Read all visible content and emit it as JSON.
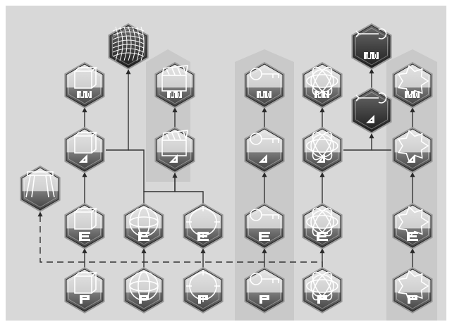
{
  "colors": {
    "canvas": "#d8d8d8",
    "band": "#c9c9c9",
    "line": "#3a3a3a",
    "hex_light": "#d0d0d0",
    "hex_dark": "#5a5a5a",
    "hex_stroke": "#222222",
    "glyph": "#ffffff"
  },
  "nodes": [
    {
      "id": "mesh-wireframe",
      "icon": "wireframe-mesh-icon",
      "letter": "",
      "style": "dark"
    },
    {
      "id": "cube-m",
      "icon": "cube-icon",
      "letter": "M",
      "style": "light"
    },
    {
      "id": "cube-d",
      "icon": "cube-icon",
      "letter": "D",
      "style": "light"
    },
    {
      "id": "cube-e",
      "icon": "cube-icon",
      "letter": "E",
      "style": "light"
    },
    {
      "id": "cube-p",
      "icon": "cube-icon",
      "letter": "P",
      "style": "light"
    },
    {
      "id": "sawhorse",
      "icon": "sawhorse-icon",
      "letter": "",
      "style": "light"
    },
    {
      "id": "sphere-e",
      "icon": "sphere-icon",
      "letter": "E",
      "style": "light"
    },
    {
      "id": "sphere-p",
      "icon": "sphere-icon",
      "letter": "P",
      "style": "light"
    },
    {
      "id": "target-e",
      "icon": "crosshair-circle-icon",
      "letter": "E",
      "style": "light"
    },
    {
      "id": "target-p",
      "icon": "crosshair-circle-icon",
      "letter": "P",
      "style": "light"
    },
    {
      "id": "clapper-m",
      "icon": "clapperboard-icon",
      "letter": "M",
      "style": "light"
    },
    {
      "id": "clapper-d",
      "icon": "clapperboard-icon",
      "letter": "D",
      "style": "light"
    },
    {
      "id": "key-m",
      "icon": "key-icon",
      "letter": "M",
      "style": "light"
    },
    {
      "id": "key-d",
      "icon": "key-icon",
      "letter": "D",
      "style": "light"
    },
    {
      "id": "key-e",
      "icon": "key-icon",
      "letter": "E",
      "style": "light"
    },
    {
      "id": "key-p",
      "icon": "key-icon",
      "letter": "P",
      "style": "light"
    },
    {
      "id": "atom-m",
      "icon": "atom-orbit-icon",
      "letter": "M",
      "style": "light"
    },
    {
      "id": "atom-d",
      "icon": "atom-orbit-icon",
      "letter": "D",
      "style": "light"
    },
    {
      "id": "atom-e",
      "icon": "atom-orbit-icon",
      "letter": "E",
      "style": "light"
    },
    {
      "id": "atom-p",
      "icon": "atom-orbit-icon",
      "letter": "P",
      "style": "light"
    },
    {
      "id": "wrench-m",
      "icon": "wrench-icon",
      "letter": "M",
      "style": "dark"
    },
    {
      "id": "wrench-d",
      "icon": "wrench-icon",
      "letter": "D",
      "style": "dark"
    },
    {
      "id": "splat-m",
      "icon": "splat-icon",
      "letter": "M",
      "style": "light"
    },
    {
      "id": "splat-d",
      "icon": "splat-icon",
      "letter": "D",
      "style": "light"
    },
    {
      "id": "splat-e",
      "icon": "splat-icon",
      "letter": "E",
      "style": "light"
    },
    {
      "id": "splat-p",
      "icon": "splat-icon",
      "letter": "P",
      "style": "light"
    }
  ],
  "edges": [
    {
      "from": "cube-p",
      "to": "cube-e",
      "kind": "solid"
    },
    {
      "from": "cube-e",
      "to": "cube-d",
      "kind": "solid"
    },
    {
      "from": "cube-d",
      "to": "cube-m",
      "kind": "solid"
    },
    {
      "from": "sphere-p",
      "to": "sphere-e",
      "kind": "solid"
    },
    {
      "from": "target-p",
      "to": "target-e",
      "kind": "solid"
    },
    {
      "from": "sphere-e",
      "to": "clapper-d",
      "kind": "solid"
    },
    {
      "from": "target-e",
      "to": "clapper-d",
      "kind": "solid"
    },
    {
      "from": "clapper-d",
      "to": "clapper-m",
      "kind": "solid"
    },
    {
      "from": "cube-d",
      "to": "mesh-wireframe",
      "kind": "solid"
    },
    {
      "from": "key-p",
      "to": "key-e",
      "kind": "solid"
    },
    {
      "from": "key-e",
      "to": "key-d",
      "kind": "solid"
    },
    {
      "from": "key-d",
      "to": "key-m",
      "kind": "solid"
    },
    {
      "from": "atom-p",
      "to": "atom-e",
      "kind": "solid"
    },
    {
      "from": "atom-e",
      "to": "atom-d",
      "kind": "solid"
    },
    {
      "from": "atom-d",
      "to": "atom-m",
      "kind": "solid"
    },
    {
      "from": "atom-d",
      "to": "wrench-d",
      "kind": "solid"
    },
    {
      "from": "wrench-d",
      "to": "wrench-m",
      "kind": "solid"
    },
    {
      "from": "splat-p",
      "to": "splat-e",
      "kind": "solid"
    },
    {
      "from": "splat-e",
      "to": "splat-d",
      "kind": "solid"
    },
    {
      "from": "splat-d",
      "to": "splat-m",
      "kind": "solid"
    },
    {
      "from": "atom-p",
      "to": "sawhorse",
      "kind": "dashed"
    }
  ]
}
